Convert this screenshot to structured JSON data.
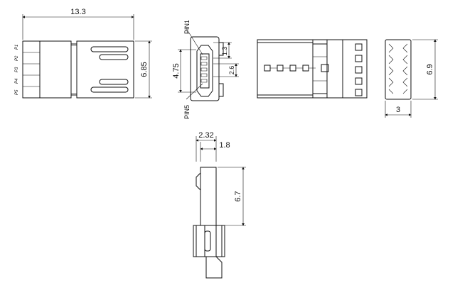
{
  "front_view": {
    "dim_width": "13.3",
    "dim_height": "6.85",
    "pin_labels": [
      "P1",
      "P2",
      "P3",
      "P4",
      "P5"
    ]
  },
  "end_view": {
    "pin1_label": "PIN1",
    "pin5_label": "PIN5",
    "dim_height": "4.75",
    "dim_top": "1.3",
    "dim_pitch": "2.6"
  },
  "right_view": {
    "dim_height": "6.9",
    "dim_width": "3"
  },
  "side_view": {
    "dim_overall": "2.32",
    "dim_body": "1.8",
    "dim_height": "6.7"
  }
}
